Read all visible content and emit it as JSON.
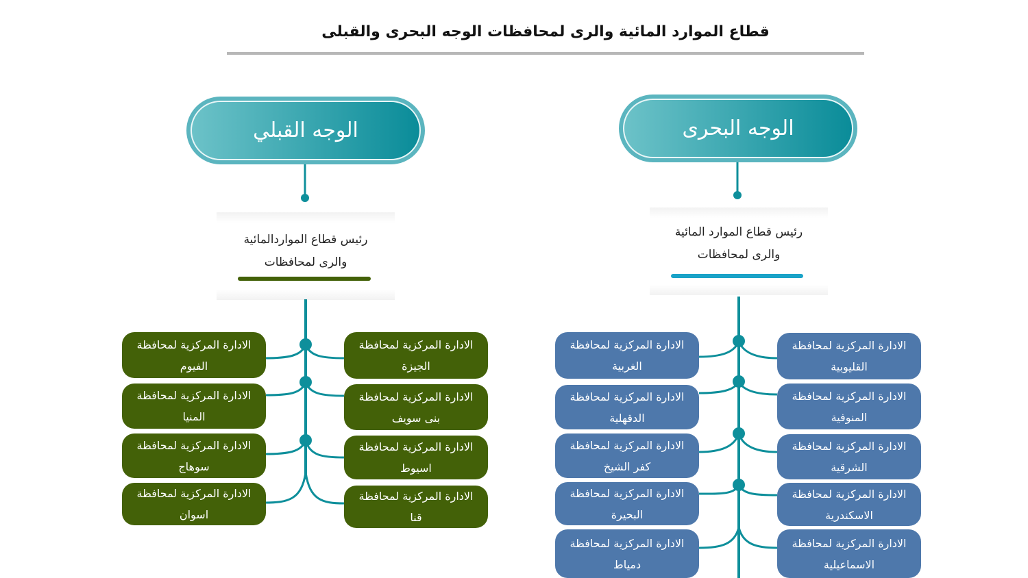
{
  "title": "قطاع الموارد المائية والرى لمحافظات الوجه البحرى والقبلى",
  "upper": {
    "heading": "الوجه القبلي",
    "head_line1": "رئيس قطاع المواردالمائية",
    "head_line2": "والرى لمحافظات",
    "color": "#436108",
    "left": [
      {
        "l1": "الادارة المركزية لمحافظة",
        "l2": "الفيوم"
      },
      {
        "l1": "الادارة المركزية لمحافظة",
        "l2": "المنيا"
      },
      {
        "l1": "الادارة المركزية لمحافظة",
        "l2": "سوهاج"
      },
      {
        "l1": "الادارة المركزية لمحافظة",
        "l2": "اسوان"
      }
    ],
    "right": [
      {
        "l1": "الادارة المركزية لمحافظة",
        "l2": "الجيزة"
      },
      {
        "l1": "الادارة المركزية لمحافظة",
        "l2": "بنى سويف"
      },
      {
        "l1": "الادارة المركزية لمحافظة",
        "l2": "اسيوط"
      },
      {
        "l1": "الادارة المركزية لمحافظة",
        "l2": "قنا"
      }
    ]
  },
  "lower": {
    "heading": "الوجه البحرى",
    "head_line1": "رئيس قطاع الموارد المائية",
    "head_line2": "والرى لمحافظات",
    "color": "#4e78ab",
    "left": [
      {
        "l1": "الادارة المركزية لمحافظة",
        "l2": "الغربية"
      },
      {
        "l1": "الادارة المركزية لمحافظة",
        "l2": "الدقهلية"
      },
      {
        "l1": "الادارة المركزية لمحافظة",
        "l2": "كفر الشيخ"
      },
      {
        "l1": "الادارة المركزية لمحافظة",
        "l2": "البحيرة"
      },
      {
        "l1": "الادارة المركزية لمحافظة",
        "l2": "دمياط"
      }
    ],
    "right": [
      {
        "l1": "الادارة المركزية لمحافظة",
        "l2": "القليوبية"
      },
      {
        "l1": "الادارة المركزية لمحافظة",
        "l2": "المنوفية"
      },
      {
        "l1": "الادارة المركزية لمحافظة",
        "l2": "الشرقية"
      },
      {
        "l1": "الادارة المركزية لمحافظة",
        "l2": "الاسكندرية"
      },
      {
        "l1": "الادارة المركزية لمحافظة",
        "l2": "الاسماعيلية"
      }
    ]
  }
}
